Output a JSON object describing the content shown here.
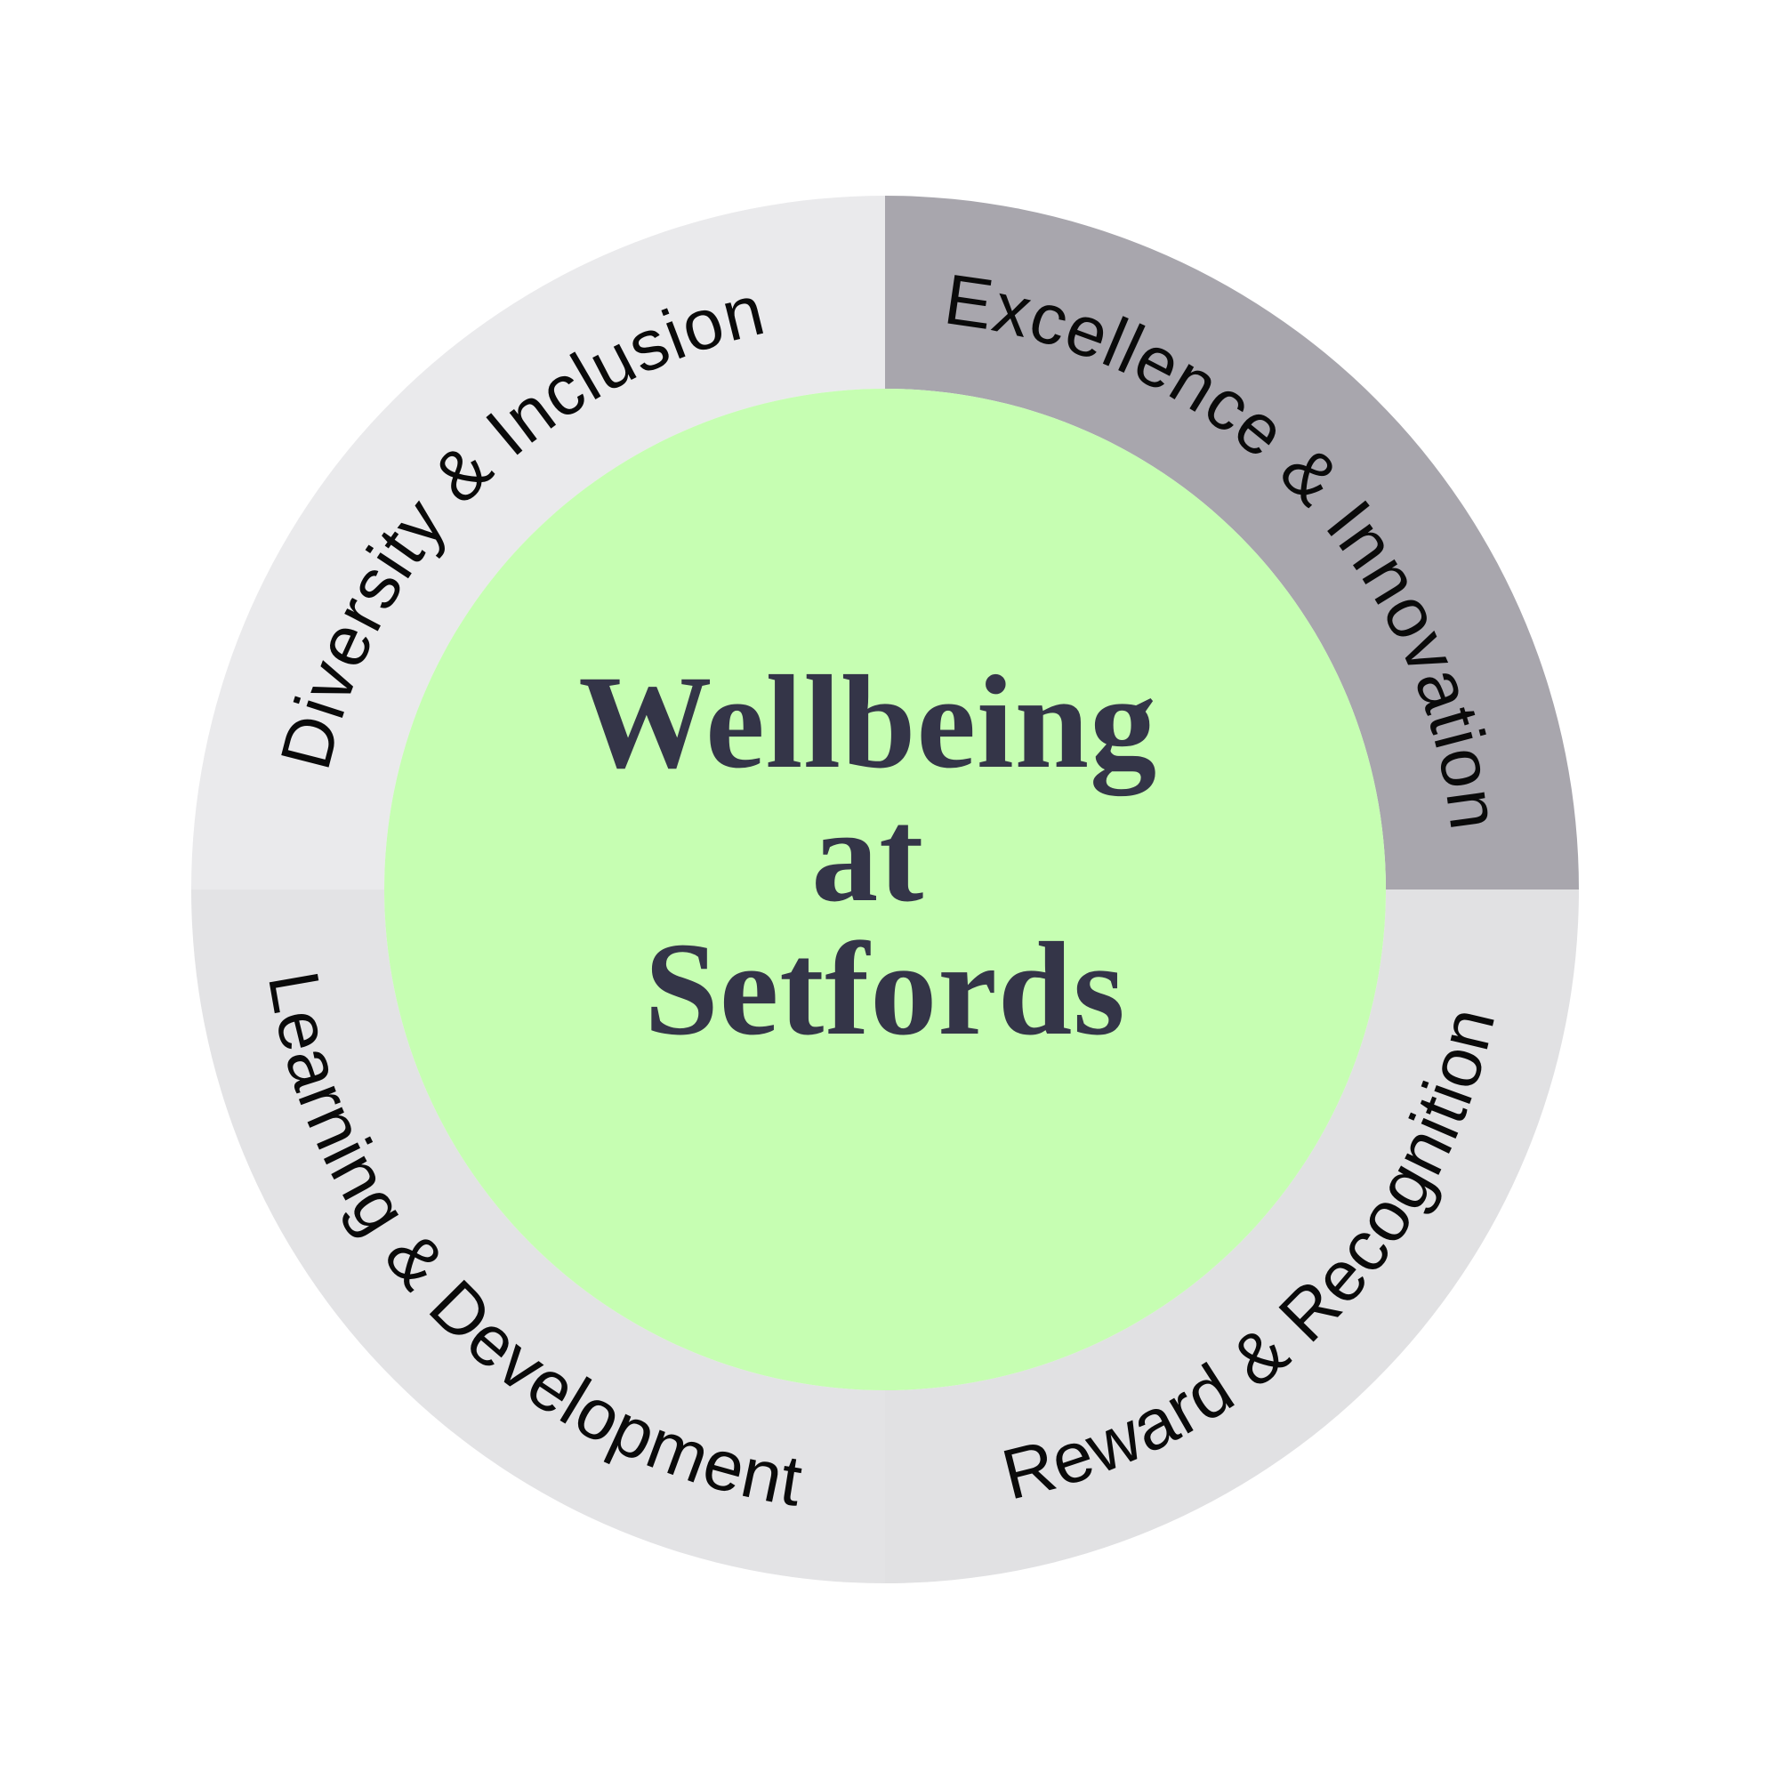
{
  "diagram": {
    "center": {
      "title_line1": "Wellbeing",
      "title_line2": "at",
      "title_line3": "Setfords",
      "fill_color": "#C6FEB2",
      "text_color": "#343548"
    },
    "segments": [
      {
        "label": "Diversity & Inclusion",
        "position": "top-left",
        "color": "#EAEAEC"
      },
      {
        "label": "Excellence & Innovation",
        "position": "top-right",
        "color": "#A8A6AD"
      },
      {
        "label": "Reward & Recognition",
        "position": "bottom-right",
        "color": "#E1E1E3"
      },
      {
        "label": "Learning & Development",
        "position": "bottom-left",
        "color": "#E3E3E5"
      }
    ],
    "colors": {
      "segment_label_text": "#0A0A0A",
      "background": "#FFFFFF"
    }
  }
}
